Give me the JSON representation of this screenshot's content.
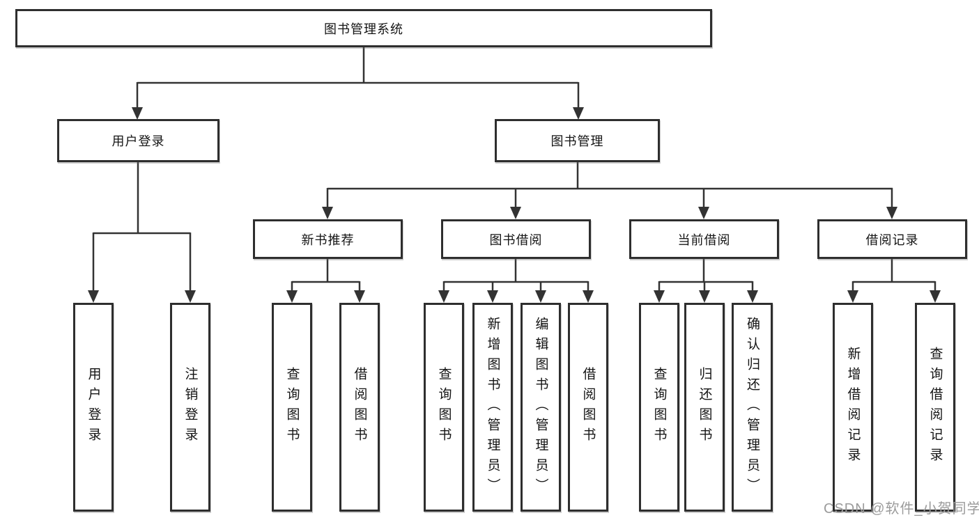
{
  "tree": {
    "root": "图书管理系统",
    "children": [
      {
        "label": "用户登录",
        "children": [
          "用户登录",
          "注销登录"
        ]
      },
      {
        "label": "图书管理",
        "children": [
          {
            "label": "新书推荐",
            "children": [
              "查询图书",
              "借阅图书"
            ]
          },
          {
            "label": "图书借阅",
            "children": [
              "查询图书",
              "新增图书（管理员）",
              "编辑图书（管理员）",
              "借阅图书"
            ]
          },
          {
            "label": "当前借阅",
            "children": [
              "查询图书",
              "归还图书",
              "确认归还（管理员）"
            ]
          },
          {
            "label": "借阅记录",
            "children": [
              "新增借阅记录",
              "查询借阅记录"
            ]
          }
        ]
      }
    ]
  },
  "watermark": {
    "text": "CSDN @软件_小贺同学",
    "color": "#9b9b9b"
  },
  "colors": {
    "line": "#333333",
    "box_border": "#2e2e2e",
    "box_fill": "#ffffff",
    "text": "#141414",
    "background": "#ffffff"
  }
}
